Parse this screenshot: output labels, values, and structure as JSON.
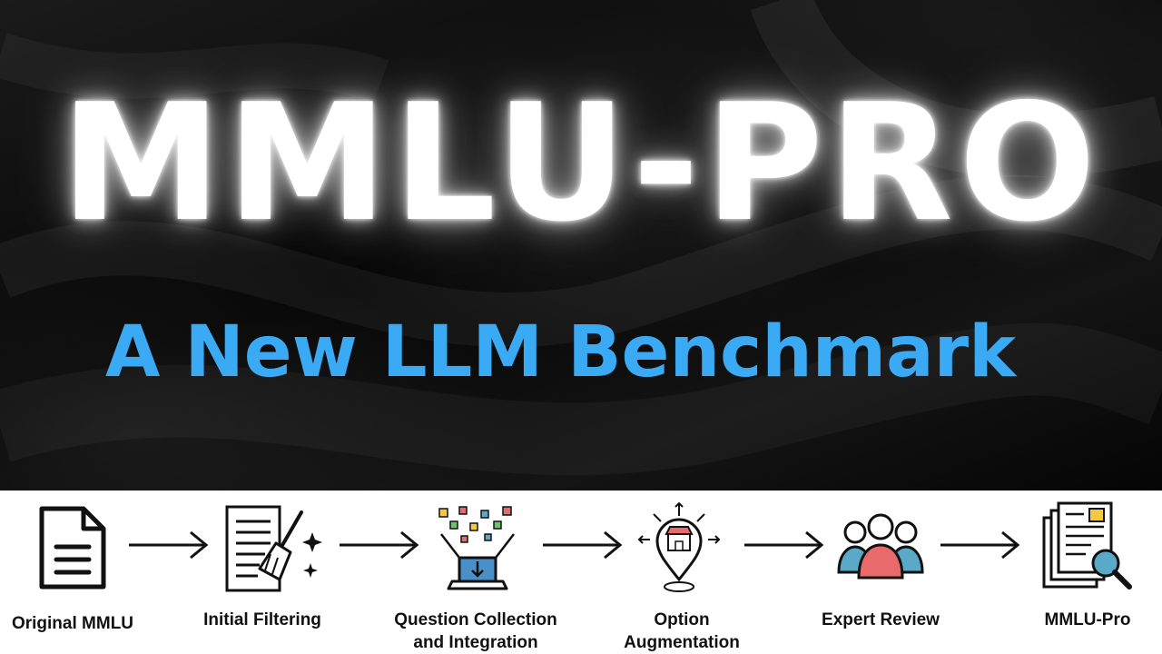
{
  "hero": {
    "title": "MMLU-PRO",
    "subtitle": "A New LLM Benchmark"
  },
  "pipeline": {
    "steps": [
      {
        "id": "original",
        "label_lines": [
          "Original MMLU"
        ],
        "icon": "document-icon"
      },
      {
        "id": "filtering",
        "label_lines": [
          "Initial Filtering"
        ],
        "icon": "filter-broom-icon"
      },
      {
        "id": "collection",
        "label_lines": [
          "Question Collection",
          "and Integration"
        ],
        "icon": "collection-laptop-icon"
      },
      {
        "id": "augmentation",
        "label_lines": [
          "Option",
          "Augmentation"
        ],
        "icon": "location-store-icon"
      },
      {
        "id": "review",
        "label_lines": [
          "Expert Review"
        ],
        "icon": "people-group-icon"
      },
      {
        "id": "result",
        "label_lines": [
          "MMLU-Pro"
        ],
        "icon": "documents-search-icon"
      }
    ],
    "colors": {
      "person_center": "#e86a6a",
      "person_side": "#5aa9c9",
      "sticky_note": "#f5c842",
      "magnifier": "#5aa9c9",
      "laptop_screen": "#4a90c8"
    }
  }
}
